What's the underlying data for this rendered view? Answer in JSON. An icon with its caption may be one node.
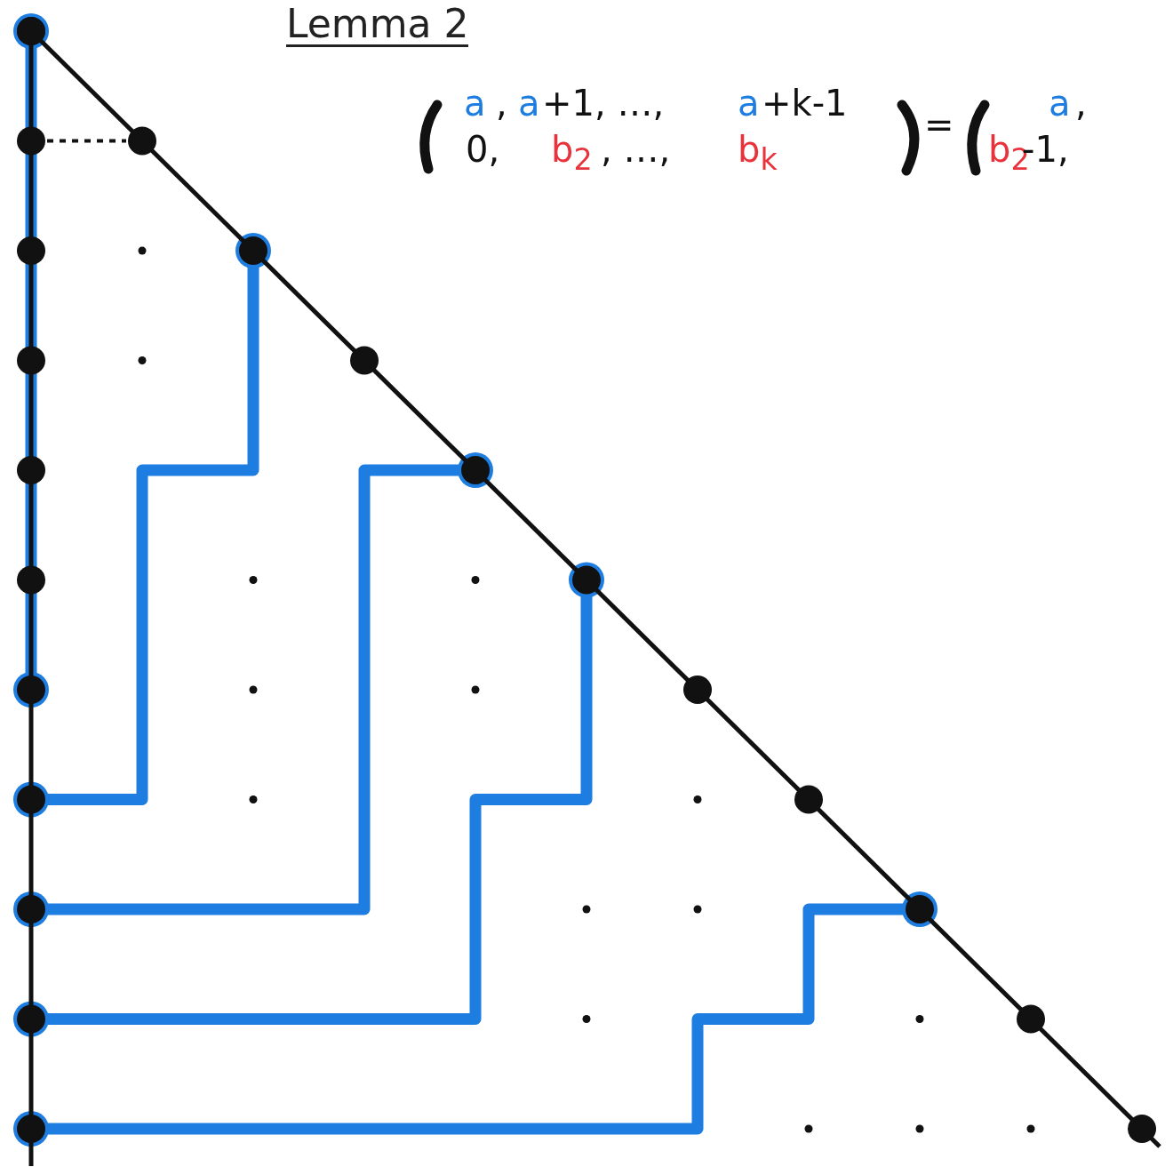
{
  "diagram": {
    "title": "Lemma 2",
    "labels": [
      "a",
      ",",
      "a",
      "+1, …,",
      "a",
      "+k-1",
      "0,",
      "b$_{2}$",
      ", …,",
      "b$_{k}$",
      "=",
      "a",
      ",",
      "b$_{2}$",
      "-1,"
    ]
  }
}
